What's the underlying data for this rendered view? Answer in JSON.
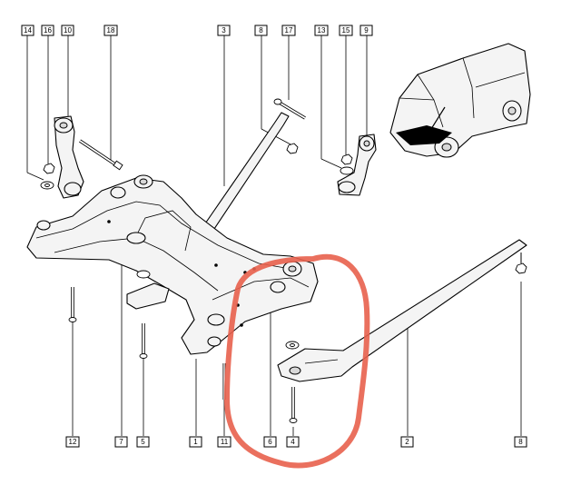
{
  "diagram": {
    "callouts_top": [
      {
        "id": "c14",
        "label": "14"
      },
      {
        "id": "c16",
        "label": "16"
      },
      {
        "id": "c10",
        "label": "10"
      },
      {
        "id": "c18",
        "label": "18"
      },
      {
        "id": "c3",
        "label": "3"
      },
      {
        "id": "c8t",
        "label": "8"
      },
      {
        "id": "c17",
        "label": "17"
      },
      {
        "id": "c13",
        "label": "13"
      },
      {
        "id": "c15",
        "label": "15"
      },
      {
        "id": "c9",
        "label": "9"
      }
    ],
    "callouts_bottom": [
      {
        "id": "c12",
        "label": "12"
      },
      {
        "id": "c7",
        "label": "7"
      },
      {
        "id": "c5",
        "label": "5"
      },
      {
        "id": "c1",
        "label": "1"
      },
      {
        "id": "c11",
        "label": "11"
      },
      {
        "id": "c6",
        "label": "6"
      },
      {
        "id": "c4",
        "label": "4"
      },
      {
        "id": "c2",
        "label": "2"
      },
      {
        "id": "c8b",
        "label": "8"
      }
    ],
    "highlight_color": "#e8604c",
    "line_color": "#000000"
  }
}
